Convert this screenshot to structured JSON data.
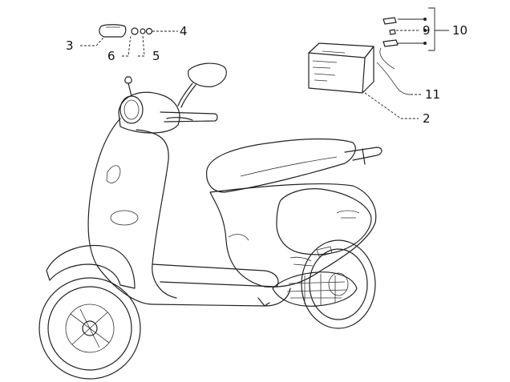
{
  "diagram": {
    "callouts": [
      "3",
      "6",
      "5",
      "4",
      "9",
      "10",
      "11",
      "2"
    ]
  }
}
